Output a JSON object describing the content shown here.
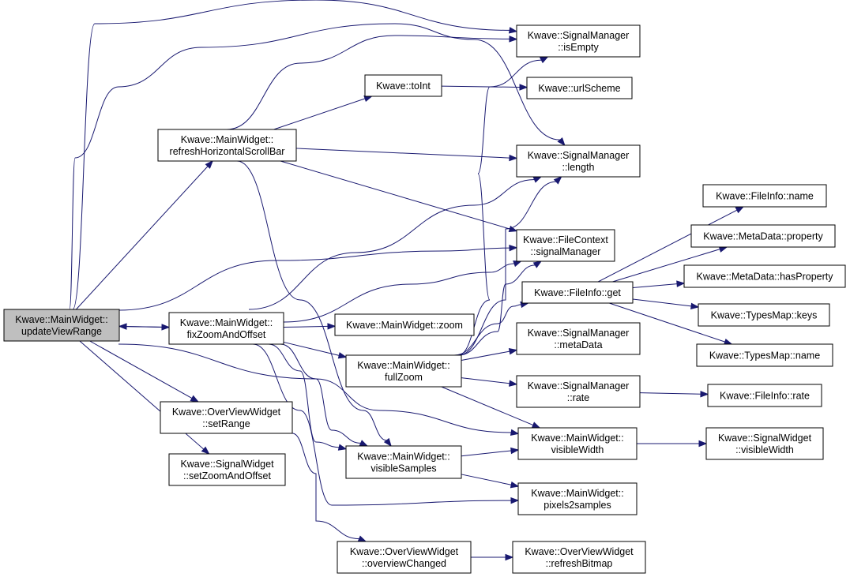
{
  "nodes": [
    {
      "id": "updateViewRange",
      "lines": [
        "Kwave::MainWidget::",
        "updateViewRange"
      ],
      "root": true
    },
    {
      "id": "refreshHSB",
      "lines": [
        "Kwave::MainWidget::",
        "refreshHorizontalScrollBar"
      ]
    },
    {
      "id": "fixZoom",
      "lines": [
        "Kwave::MainWidget::",
        "fixZoomAndOffset"
      ]
    },
    {
      "id": "ovSetRange",
      "lines": [
        "Kwave::OverViewWidget",
        "::setRange"
      ]
    },
    {
      "id": "swSetZoom",
      "lines": [
        "Kwave::SignalWidget",
        "::setZoomAndOffset"
      ]
    },
    {
      "id": "toInt",
      "lines": [
        "Kwave::toInt"
      ]
    },
    {
      "id": "mwZoom",
      "lines": [
        "Kwave::MainWidget::zoom"
      ]
    },
    {
      "id": "fullZoom",
      "lines": [
        "Kwave::MainWidget::",
        "fullZoom"
      ]
    },
    {
      "id": "visibleSamples",
      "lines": [
        "Kwave::MainWidget::",
        "visibleSamples"
      ]
    },
    {
      "id": "overviewChanged",
      "lines": [
        "Kwave::OverViewWidget",
        "::overviewChanged"
      ]
    },
    {
      "id": "isEmpty",
      "lines": [
        "Kwave::SignalManager",
        "::isEmpty"
      ]
    },
    {
      "id": "urlScheme",
      "lines": [
        "Kwave::urlScheme"
      ]
    },
    {
      "id": "smLength",
      "lines": [
        "Kwave::SignalManager",
        "::length"
      ]
    },
    {
      "id": "signalManager",
      "lines": [
        "Kwave::FileContext",
        "::signalManager"
      ]
    },
    {
      "id": "fiGet",
      "lines": [
        "Kwave::FileInfo::get"
      ]
    },
    {
      "id": "smMetaData",
      "lines": [
        "Kwave::SignalManager",
        "::metaData"
      ]
    },
    {
      "id": "smRate",
      "lines": [
        "Kwave::SignalManager",
        "::rate"
      ]
    },
    {
      "id": "mwVisibleWidth",
      "lines": [
        "Kwave::MainWidget::",
        "visibleWidth"
      ]
    },
    {
      "id": "pixels2samples",
      "lines": [
        "Kwave::MainWidget::",
        "pixels2samples"
      ]
    },
    {
      "id": "refreshBitmap",
      "lines": [
        "Kwave::OverViewWidget",
        "::refreshBitmap"
      ]
    },
    {
      "id": "fiName",
      "lines": [
        "Kwave::FileInfo::name"
      ]
    },
    {
      "id": "mdProperty",
      "lines": [
        "Kwave::MetaData::property"
      ]
    },
    {
      "id": "mdHasProperty",
      "lines": [
        "Kwave::MetaData::hasProperty"
      ]
    },
    {
      "id": "tmKeys",
      "lines": [
        "Kwave::TypesMap::keys"
      ]
    },
    {
      "id": "tmName",
      "lines": [
        "Kwave::TypesMap::name"
      ]
    },
    {
      "id": "fiRate",
      "lines": [
        "Kwave::FileInfo::rate"
      ]
    },
    {
      "id": "swVisibleWidth",
      "lines": [
        "Kwave::SignalWidget",
        "::visibleWidth"
      ]
    }
  ],
  "edges": [
    [
      "updateViewRange",
      "refreshHSB"
    ],
    [
      "updateViewRange",
      "fixZoom"
    ],
    [
      "updateViewRange",
      "ovSetRange"
    ],
    [
      "updateViewRange",
      "swSetZoom"
    ],
    [
      "updateViewRange",
      "isEmpty"
    ],
    [
      "updateViewRange",
      "smLength"
    ],
    [
      "updateViewRange",
      "signalManager"
    ],
    [
      "updateViewRange",
      "visibleSamples"
    ],
    [
      "refreshHSB",
      "toInt"
    ],
    [
      "refreshHSB",
      "isEmpty"
    ],
    [
      "refreshHSB",
      "smLength"
    ],
    [
      "refreshHSB",
      "signalManager"
    ],
    [
      "refreshHSB",
      "visibleSamples"
    ],
    [
      "fixZoom",
      "updateViewRange"
    ],
    [
      "fixZoom",
      "mwZoom"
    ],
    [
      "fixZoom",
      "fullZoom"
    ],
    [
      "fixZoom",
      "visibleSamples"
    ],
    [
      "fixZoom",
      "smLength"
    ],
    [
      "fixZoom",
      "signalManager"
    ],
    [
      "fixZoom",
      "mwVisibleWidth"
    ],
    [
      "fixZoom",
      "pixels2samples"
    ],
    [
      "toInt",
      "urlScheme"
    ],
    [
      "fullZoom",
      "isEmpty"
    ],
    [
      "fullZoom",
      "smLength"
    ],
    [
      "fullZoom",
      "signalManager"
    ],
    [
      "fullZoom",
      "fiGet"
    ],
    [
      "fullZoom",
      "smMetaData"
    ],
    [
      "fullZoom",
      "smRate"
    ],
    [
      "fullZoom",
      "mwVisibleWidth"
    ],
    [
      "visibleSamples",
      "mwVisibleWidth"
    ],
    [
      "visibleSamples",
      "pixels2samples"
    ],
    [
      "ovSetRange",
      "overviewChanged"
    ],
    [
      "overviewChanged",
      "refreshBitmap"
    ],
    [
      "fiGet",
      "fiName"
    ],
    [
      "fiGet",
      "mdProperty"
    ],
    [
      "fiGet",
      "mdHasProperty"
    ],
    [
      "fiGet",
      "tmKeys"
    ],
    [
      "fiGet",
      "tmName"
    ],
    [
      "smRate",
      "fiRate"
    ],
    [
      "mwVisibleWidth",
      "swVisibleWidth"
    ]
  ]
}
